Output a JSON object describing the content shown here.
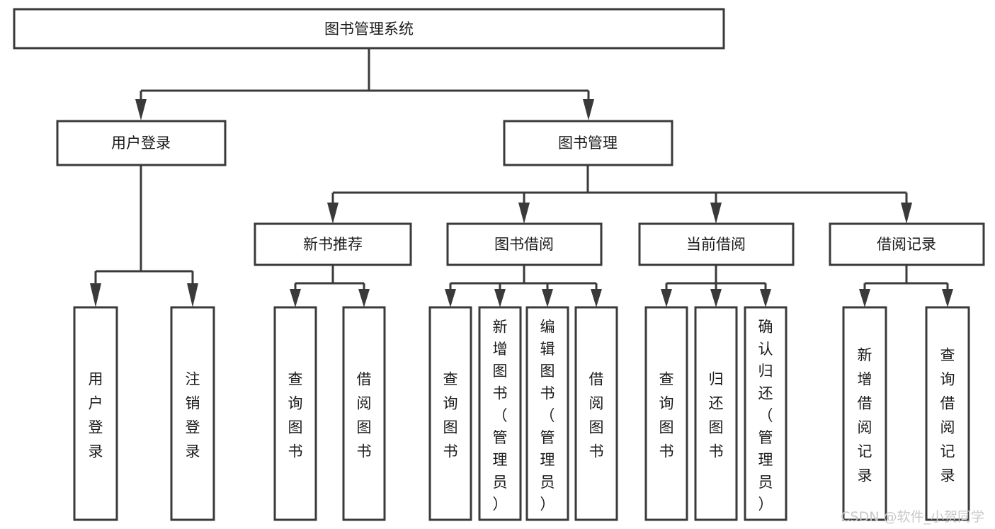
{
  "diagram": {
    "type": "tree",
    "orientation": "top-down",
    "title": "图书管理系统",
    "colors": {
      "box_fill": "#ffffff",
      "box_stroke": "#3a3a3a",
      "connector": "#3a3a3a",
      "text": "#1a1a1a",
      "watermark": "#c9c9c9",
      "background": "#ffffff"
    },
    "root": {
      "label": "图书管理系统"
    },
    "level2": [
      {
        "label": "用户登录"
      },
      {
        "label": "图书管理"
      }
    ],
    "level3": [
      {
        "label": "新书推荐"
      },
      {
        "label": "图书借阅"
      },
      {
        "label": "当前借阅"
      },
      {
        "label": "借阅记录"
      }
    ],
    "leaves": {
      "user_login": [
        {
          "label": "用户登录"
        },
        {
          "label": "注销登录"
        }
      ],
      "new_book_recommend": [
        {
          "label": "查询图书"
        },
        {
          "label": "借阅图书"
        }
      ],
      "book_borrow": [
        {
          "label": "查询图书"
        },
        {
          "label": "新增图书（管理员）"
        },
        {
          "label": "编辑图书（管理员）"
        },
        {
          "label": "借阅图书"
        }
      ],
      "current_borrow": [
        {
          "label": "查询图书"
        },
        {
          "label": "归还图书"
        },
        {
          "label": "确认归还（管理员）"
        }
      ],
      "borrow_record": [
        {
          "label": "新增借阅记录"
        },
        {
          "label": "查询借阅记录"
        }
      ]
    }
  },
  "watermark": {
    "text": "CSDN @软件_小贺同学"
  }
}
